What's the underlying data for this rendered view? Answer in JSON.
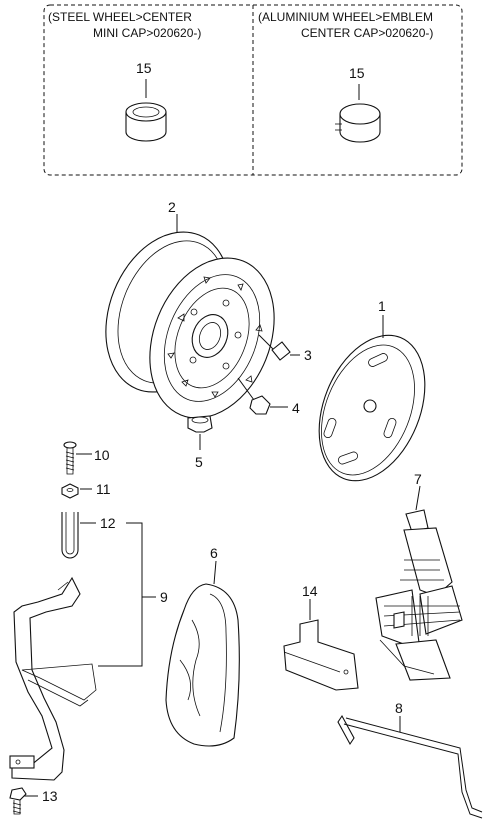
{
  "inset": {
    "left_caption_line1": "(STEEL WHEEL>CENTER",
    "left_caption_line2": "MINI CAP>020620-)",
    "right_caption_line1": "(ALUMINIUM WHEEL>EMBLEM",
    "right_caption_line2": "CENTER CAP>020620-)",
    "left_part_number": "15",
    "right_part_number": "15"
  },
  "callouts": {
    "p1": "1",
    "p2": "2",
    "p3": "3",
    "p4": "4",
    "p5": "5",
    "p6": "6",
    "p7": "7",
    "p8": "8",
    "p9": "9",
    "p10": "10",
    "p11": "11",
    "p12": "12",
    "p13": "13",
    "p14": "14"
  }
}
